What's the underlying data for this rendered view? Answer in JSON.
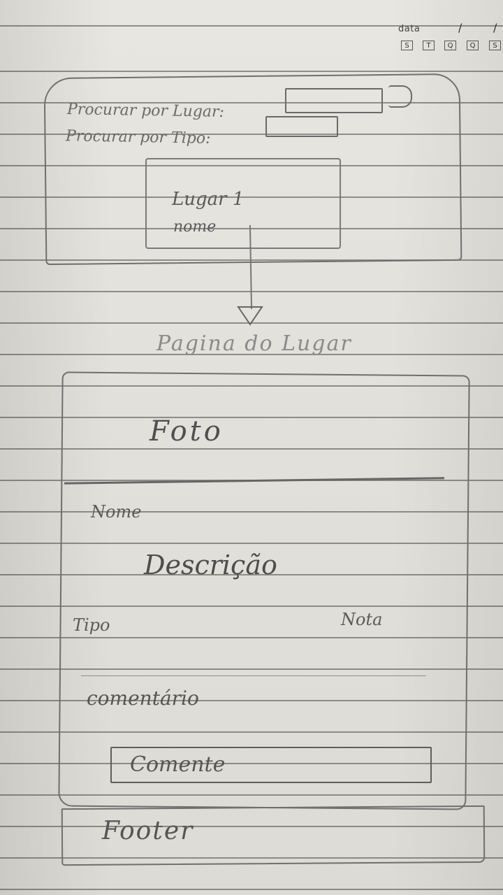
{
  "header": {
    "date_label": "data",
    "date_separators": [
      "/",
      "/"
    ],
    "weekday_boxes": [
      "S",
      "T",
      "Q",
      "Q",
      "S"
    ]
  },
  "search_screen": {
    "search_by_place_label": "Procurar por Lugar:",
    "search_by_type_label": "Procurar por Tipo:",
    "result_card": {
      "title": "Lugar 1",
      "subtitle": "nome"
    }
  },
  "navigation": {
    "target_page_label": "Pagina do Lugar"
  },
  "place_page": {
    "photo_label": "Foto",
    "name_label": "Nome",
    "description_label": "Descrição",
    "type_label": "Tipo",
    "rating_label": "Nota",
    "comment_label": "comentário",
    "comment_button_label": "Comente",
    "footer_label": "Footer"
  }
}
